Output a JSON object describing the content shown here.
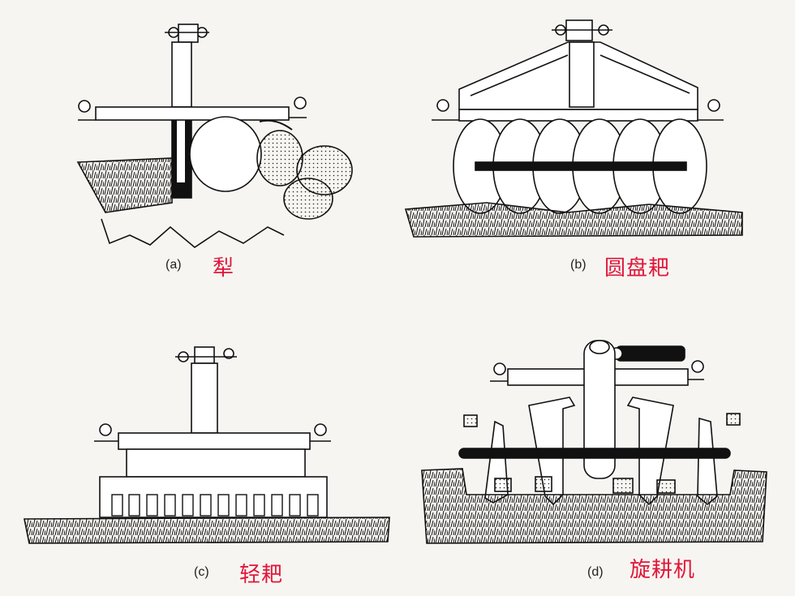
{
  "panels": [
    {
      "letter": "(a)",
      "name": "犁"
    },
    {
      "letter": "(b)",
      "name": "圆盘耙"
    },
    {
      "letter": "(c)",
      "name": "轻耙"
    },
    {
      "letter": "(d)",
      "name": "旋耕机"
    }
  ],
  "colors": {
    "label": "#e0173a",
    "ink": "#111111",
    "paper": "#f7f5f1"
  }
}
